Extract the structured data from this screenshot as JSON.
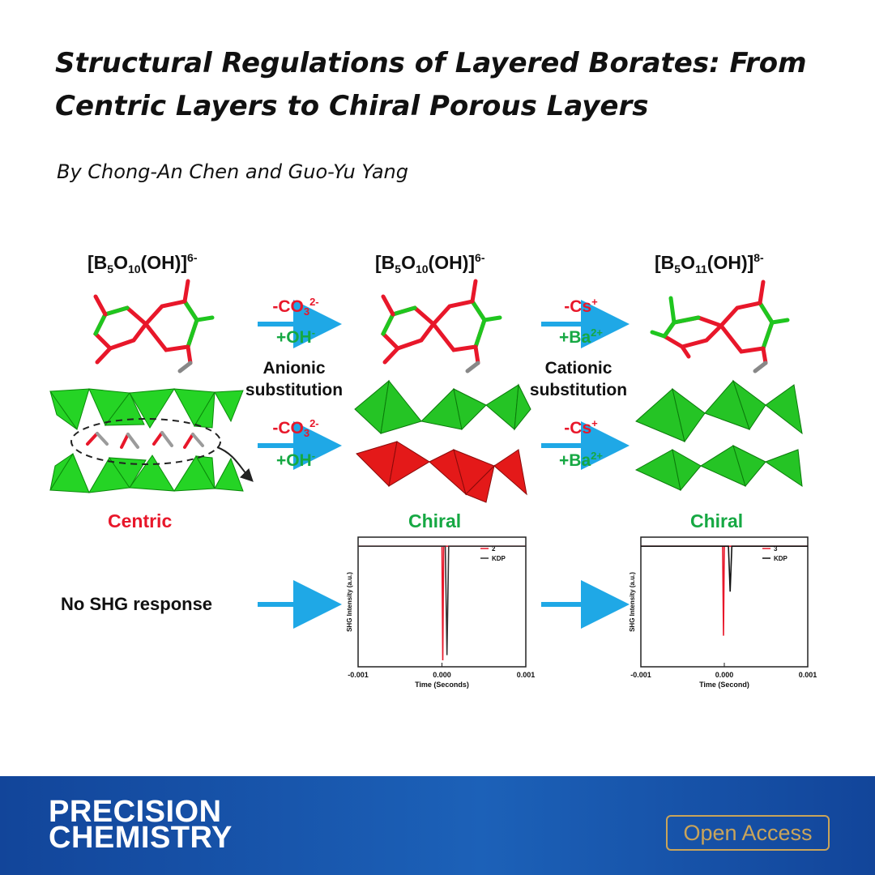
{
  "article": {
    "title_line1": "Structural Regulations of Layered Borates: From",
    "title_line2": "Centric Layers to Chiral Porous Layers",
    "byline": "By Chong-An Chen and Guo-Yu Yang"
  },
  "scheme": {
    "cluster_formulas": [
      {
        "base": "[B",
        "n1": "5",
        "o": "O",
        "n2": "10",
        "tail": "(OH)]",
        "charge": "6-"
      },
      {
        "base": "[B",
        "n1": "5",
        "o": "O",
        "n2": "10",
        "tail": "(OH)]",
        "charge": "6-"
      },
      {
        "base": "[B",
        "n1": "5",
        "o": "O",
        "n2": "11",
        "tail": "(OH)]",
        "charge": "8-"
      }
    ],
    "anionic": {
      "remove_base": "-CO",
      "remove_sub": "3",
      "remove_sup": "2-",
      "add_base": "+OH",
      "add_sup": "-",
      "label_line1": "Anionic",
      "label_line2": "substitution"
    },
    "cationic": {
      "remove_base": "-Cs",
      "remove_sup": "+",
      "add_base": "+Ba",
      "add_sup": "2+",
      "label_line1": "Cationic",
      "label_line2": "substitution"
    },
    "structure_labels": [
      "Centric",
      "Chiral",
      "Chiral"
    ],
    "shg_statement": "No SHG response",
    "colors": {
      "red": "#e8172a",
      "green": "#16a843",
      "arrow": "#1fa8e6",
      "polyhedra": "#1fc61f"
    }
  },
  "chart_data": [
    {
      "type": "line",
      "xlabel": "Time (Seconds)",
      "ylabel": "SHG Intensity (a.u.)",
      "xlim": [
        -0.001,
        0.001
      ],
      "x_ticks": [
        "-0.001",
        "0.000",
        "0.001"
      ],
      "series": [
        {
          "name": "2",
          "color": "#e8172a",
          "x": [
            -0.001,
            0.0,
            1e-05,
            2e-05,
            0.001
          ],
          "y": [
            0.93,
            0.93,
            0.05,
            0.93,
            0.93
          ]
        },
        {
          "name": "KDP",
          "color": "#333333",
          "x": [
            -0.001,
            4e-05,
            6e-05,
            8e-05,
            0.001
          ],
          "y": [
            0.93,
            0.93,
            0.09,
            0.93,
            0.93
          ]
        }
      ]
    },
    {
      "type": "line",
      "xlabel": "Time (Second)",
      "ylabel": "SHG Intensity (a.u.)",
      "xlim": [
        -0.001,
        0.001
      ],
      "x_ticks": [
        "-0.001",
        "0.000",
        "0.001"
      ],
      "series": [
        {
          "name": "3",
          "color": "#e8172a",
          "x": [
            -0.001,
            -2e-05,
            -1e-05,
            0.0,
            0.001
          ],
          "y": [
            0.93,
            0.93,
            0.24,
            0.93,
            0.93
          ]
        },
        {
          "name": "KDP",
          "color": "#111111",
          "x": [
            -0.001,
            5e-05,
            7e-05,
            9e-05,
            0.001
          ],
          "y": [
            0.93,
            0.93,
            0.58,
            0.93,
            0.93
          ]
        }
      ]
    }
  ],
  "journal": {
    "name_line1": "PRECISION",
    "name_line2": "CHEMISTRY",
    "access_badge": "Open Access"
  }
}
